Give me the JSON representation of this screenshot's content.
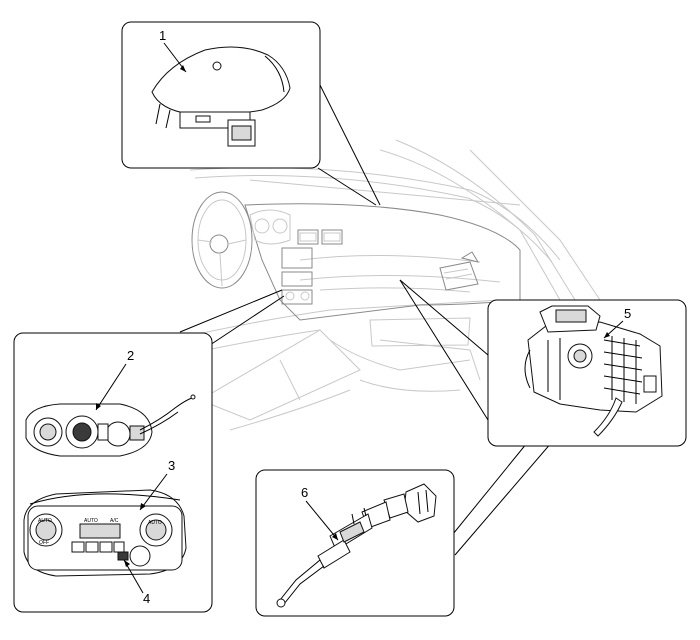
{
  "figure": {
    "callouts": [
      {
        "id": "1",
        "label": "1"
      },
      {
        "id": "2",
        "label": "2"
      },
      {
        "id": "3",
        "label": "3"
      },
      {
        "id": "4",
        "label": "4"
      },
      {
        "id": "5",
        "label": "5"
      },
      {
        "id": "6",
        "label": "6"
      }
    ],
    "panel_text": {
      "auto_left": "AUTO",
      "off_left": "OFF",
      "auto_right": "AUTO",
      "ac_label": "A/C",
      "auto_mid": "AUTO"
    }
  }
}
